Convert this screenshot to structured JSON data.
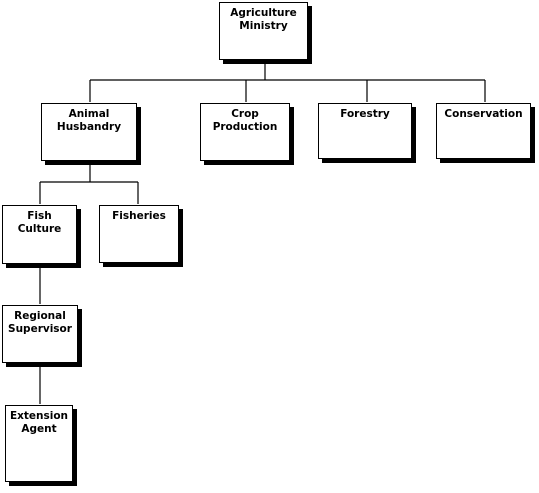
{
  "org_chart": {
    "nodes": {
      "agriculture_ministry": {
        "line1": "Agriculture",
        "line2": "Ministry"
      },
      "animal_husbandry": {
        "line1": "Animal",
        "line2": "Husbandry"
      },
      "crop_production": {
        "line1": "Crop",
        "line2": "Production"
      },
      "forestry": {
        "line1": "Forestry",
        "line2": ""
      },
      "conservation": {
        "line1": "Conservation",
        "line2": ""
      },
      "fish_culture": {
        "line1": "Fish",
        "line2": "Culture"
      },
      "fisheries": {
        "line1": "Fisheries",
        "line2": ""
      },
      "regional_supervisor": {
        "line1": "Regional",
        "line2": "Supervisor"
      },
      "extension_agent": {
        "line1": "Extension",
        "line2": "Agent"
      }
    }
  }
}
